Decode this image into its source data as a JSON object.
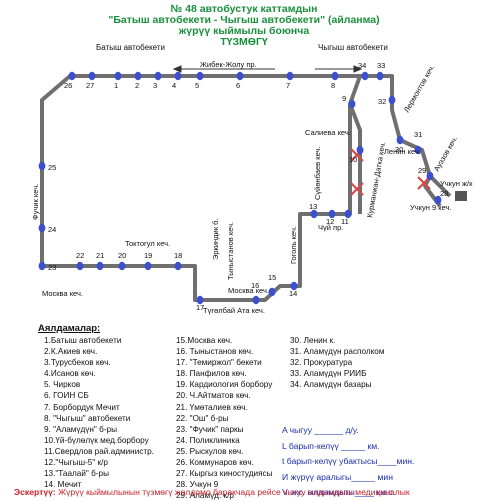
{
  "header": {
    "line1": "№ 48 автобустук каттамдын",
    "line2": "\"Батыш автобекети  -  Чыгыш автобекети\" (айланма)",
    "line3": "жүрүү кыймылы боюнча",
    "line4": "ТҮЗМӨГҮ"
  },
  "map_labels": {
    "west_station": "Батыш автобекети",
    "east_station": "Чыгыш автобекети",
    "zhibek_zholu": "Жибек-Жолу пр.",
    "lermontov": "Лермонтов кеч.",
    "lenin": "Ленин кеч.",
    "auezov": "Ауэзов кеч.",
    "uchkun_zhk": "Учкун ж/к",
    "uchkun_9": "Учкун 9 кеч.",
    "salieva": "Салиева кеч.",
    "suronbaev": "Сүйөнбаев кеч.",
    "kurmanzhan": "Курманжан-Датка кеч.",
    "chuy": "Чүй пр.",
    "gogol": "Гоголь кеч.",
    "fuchik": "Фучик кеч.",
    "toktogul": "Токтогул кеч.",
    "moskva_left": "Москва кеч.",
    "moskva_mid": "Москва кеч.",
    "erkindik": "Эркиндик б.",
    "tynystanov": "Тыныстанов кеч.",
    "tugelbay": "Түгөлбай Ата кеч."
  },
  "stop_numbers": [
    "1",
    "2",
    "3",
    "4",
    "5",
    "6",
    "7",
    "8",
    "9",
    "10",
    "11",
    "12",
    "13",
    "14",
    "15",
    "16",
    "17",
    "18",
    "19",
    "20",
    "21",
    "22",
    "23",
    "24",
    "25",
    "26",
    "27",
    "28",
    "29",
    "30",
    "31",
    "32",
    "33",
    "34"
  ],
  "legend": {
    "heading": "Аялдамалар:",
    "col1": [
      "1.Батыш автобекети",
      "2.К.Акиев көч.",
      "3.Турусбеков көч.",
      "4.Исанов көч.",
      "5. Чирков",
      "6. ГОИН СБ",
      "7. Борбордук Мечит",
      "8. \"Чыгыш\" автобекети",
      "9. \"Аламүдүн\" б-ры",
      "10.Үй-бүлөлүк мед.борбору",
      "11.Свердлов рай.администр.",
      "12.\"Чыгыш-5\" к/р",
      "13.\"Таалай\" б-ры",
      "14. Мечит"
    ],
    "col2": [
      "15.Москва көч.",
      "16. Тыныстанов көч.",
      "17. \"Темиржол\" бекети",
      "18. Панфилов көч.",
      "19. Кардиология борбору",
      "20. Ч.Айтматов көч.",
      "21. Үмөталиев көч.",
      "22. \"Ош\" б-ры",
      "23. \"Фучик\" паркы",
      "24. Поликлиника",
      "25. Рыскулов көч.",
      "26. Коммунаров көч.",
      "27. Кыргыз киностудиясы",
      "28. Учкун 9",
      "29. Аламүд. к/р"
    ],
    "col3": [
      "30. Ленин к.",
      "31. Аламүдүн располком",
      "32. Прокуратура",
      "33. Аламүдүн РИИБ",
      "34. Аламүдүн базары"
    ]
  },
  "stats": [
    "A чыгуу ______ д/у.",
    "L барып-келүү _____ км.",
    "t барып-келүү убактысы____мин.",
    "И жүрүү аралыгы_____ мин",
    "V экс. ылдамдыгы____ км.с."
  ],
  "note": {
    "label": "Эскертүү:",
    "text": " Жүрүү кыймылынын түзмөгү жолдомо баракчада рейсе чыгуу алдындагы медициналык"
  },
  "colors": {
    "title": "#1a8f3c",
    "route": "#707070",
    "stop": "#3b4fcf",
    "cross": "#d84a4a",
    "stats": "#1a2ea8",
    "note": "#c8222b"
  }
}
